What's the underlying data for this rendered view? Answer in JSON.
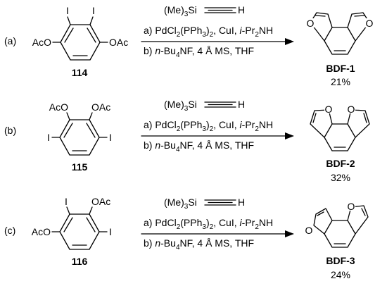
{
  "reactions": [
    {
      "label": "(a)",
      "substrate": {
        "number": "114",
        "left": "AcO",
        "right": "OAc",
        "top_left": "I",
        "top_right": "I"
      },
      "reagent": {
        "silyl": "(Me)",
        "silyl_sub": "3",
        "si": "Si",
        "h": "H"
      },
      "conditions": [
        [
          "a) PdCl",
          "2",
          "(PPh",
          "3",
          ")",
          "2",
          ", CuI, ",
          "i",
          "-Pr",
          "2",
          "NH"
        ],
        [
          "b) ",
          "n",
          "-Bu",
          "4",
          "NF, 4 Å MS, THF"
        ]
      ],
      "product": {
        "name": "BDF-1",
        "yield": "21%"
      }
    },
    {
      "label": "(b)",
      "substrate": {
        "number": "115",
        "top_left": "AcO",
        "top_right": "OAc",
        "left": "I",
        "right": "I"
      },
      "reagent": {
        "silyl": "(Me)",
        "silyl_sub": "3",
        "si": "Si",
        "h": "H"
      },
      "conditions": [
        [
          "a) PdCl",
          "2",
          "(PPh",
          "3",
          ")",
          "2",
          ", CuI, ",
          "i",
          "-Pr",
          "2",
          "NH"
        ],
        [
          "b) ",
          "n",
          "-Bu",
          "4",
          "NF, 4 Å MS, THF"
        ]
      ],
      "product": {
        "name": "BDF-2",
        "yield": "32%"
      }
    },
    {
      "label": "(c)",
      "substrate": {
        "number": "116",
        "top_left": "I",
        "top_right": "OAc",
        "left": "AcO",
        "right": "I"
      },
      "reagent": {
        "silyl": "(Me)",
        "silyl_sub": "3",
        "si": "Si",
        "h": "H"
      },
      "conditions": [
        [
          "a) PdCl",
          "2",
          "(PPh",
          "3",
          ")",
          "2",
          ", CuI, ",
          "i",
          "-Pr",
          "2",
          "NH"
        ],
        [
          "b) ",
          "n",
          "-Bu",
          "4",
          "NF, 4 Å MS, THF"
        ]
      ],
      "product": {
        "name": "BDF-3",
        "yield": "24%"
      }
    }
  ]
}
